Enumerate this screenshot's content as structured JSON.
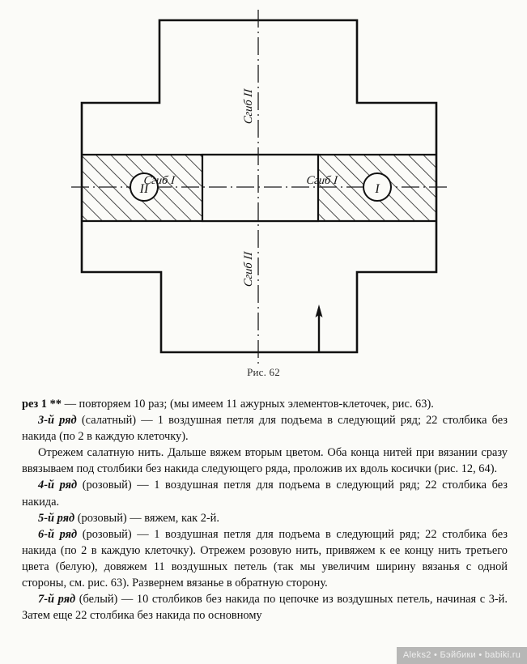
{
  "figure": {
    "caption": "Рис. 62",
    "labels": {
      "fold_two_top": "Сгиб II",
      "fold_two_bottom": "Сгиб II",
      "fold_one_left": "Сгиб I",
      "fold_one_right": "Сгиб I",
      "circle_left": "II",
      "circle_right": "I"
    },
    "colors": {
      "ink": "#111111",
      "paper": "#fbfbf8",
      "hatch": "#2a2a2a"
    }
  },
  "body": {
    "paragraphs": [
      {
        "style": "hanging",
        "runs": [
          {
            "kind": "bold",
            "text": "рез 1 **"
          },
          {
            "kind": "plain",
            "text": "  — повторяем 10 раз; (мы имеем 11 ажурных элементов-клеточек, рис. 63)."
          }
        ]
      },
      {
        "style": "indent",
        "runs": [
          {
            "kind": "italic",
            "text": "3-й ряд"
          },
          {
            "kind": "plain",
            "text": " (салатный) — 1 воздушная петля для подъема в следующий ряд; 22 столбика без накида (по 2 в каждую клеточку)."
          }
        ]
      },
      {
        "style": "indent",
        "runs": [
          {
            "kind": "plain",
            "text": "Отрежем салатную нить. Дальше вяжем вторым цветом. Оба конца нитей при вязании сразу ввязываем под столбики без накида следующего ряда, проложив их вдоль косички (рис. 12, 64)."
          }
        ]
      },
      {
        "style": "indent",
        "runs": [
          {
            "kind": "italic",
            "text": "4-й ряд"
          },
          {
            "kind": "plain",
            "text": " (розовый) — 1 воздушная петля для подъема в следующий ряд; 22 столбика без накида."
          }
        ]
      },
      {
        "style": "indent",
        "runs": [
          {
            "kind": "italic",
            "text": "5-й ряд"
          },
          {
            "kind": "plain",
            "text": " (розовый) — вяжем, как 2-й."
          }
        ]
      },
      {
        "style": "indent",
        "runs": [
          {
            "kind": "italic",
            "text": "6-й ряд"
          },
          {
            "kind": "plain",
            "text": " (розовый) — 1 воздушная петля для подъема в следующий ряд; 22 столбика без накида (по 2 в каждую клеточку). Отрежем розовую нить, привяжем к ее концу нить третьего цвета (белую), довяжем 11 воздушных петель (так мы увеличим ширину вязанья с одной стороны, см. рис. 63). Развернем вязанье в обратную сторону."
          }
        ]
      },
      {
        "style": "indent",
        "runs": [
          {
            "kind": "italic",
            "text": "7-й ряд"
          },
          {
            "kind": "plain",
            "text": " (белый) — 10 столбиков без накида по цепочке из воздушных петель, начиная с 3-й. Затем еще 22 столбика без накида по основному"
          }
        ]
      }
    ]
  },
  "watermark": {
    "text": "Aleks2 • Бэйбики • babiki.ru"
  }
}
